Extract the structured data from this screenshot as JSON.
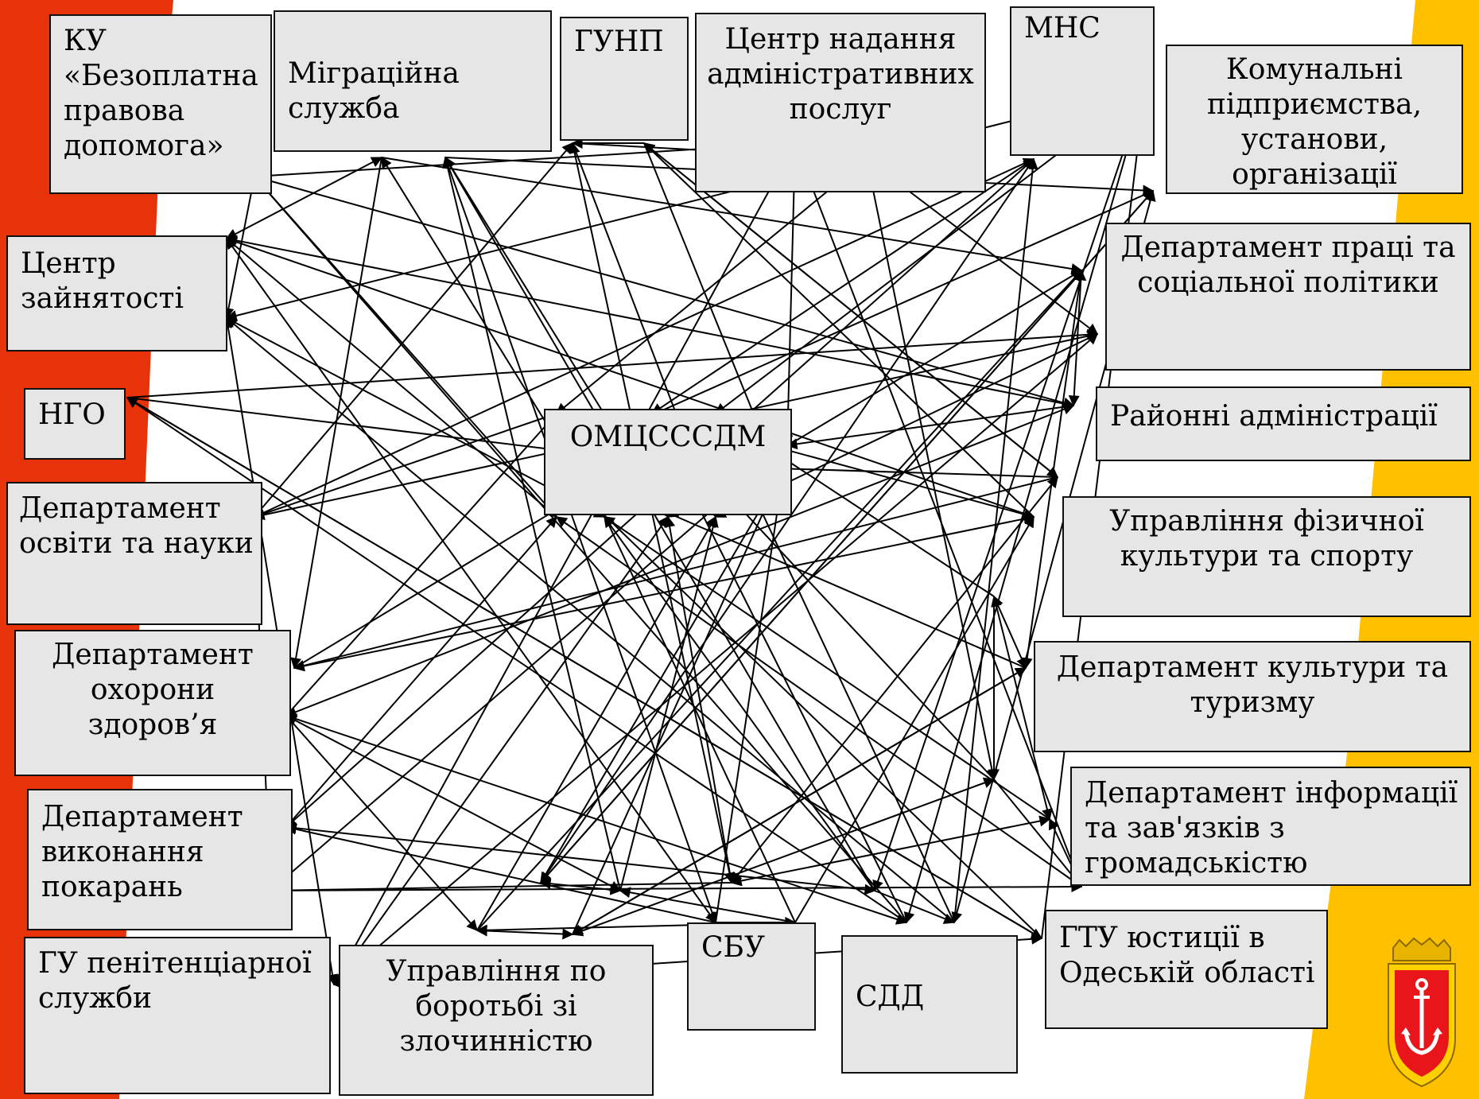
{
  "diagram": {
    "central": "ОМЦСССДМ",
    "nodes": [
      {
        "id": "ku",
        "label": "КУ\n«Безоплатна\nправова\nдопомога»"
      },
      {
        "id": "migr",
        "label": "Міграційна\nслужба"
      },
      {
        "id": "gunp",
        "label": "ГУНП"
      },
      {
        "id": "cnap",
        "label": "Центр надання\nадміністративних\nпослуг"
      },
      {
        "id": "mns",
        "label": "МНС"
      },
      {
        "id": "komun",
        "label": "Комунальні\nпідприємства,\nустанови,\nорганізації"
      },
      {
        "id": "czan",
        "label": "Центр\nзайнятості"
      },
      {
        "id": "dpsp",
        "label": "Департамент праці та\nсоціальної політики"
      },
      {
        "id": "ngo",
        "label": "НГО"
      },
      {
        "id": "rada",
        "label": "Районні адміністрації"
      },
      {
        "id": "don",
        "label": "Департамент\nосвіти та науки"
      },
      {
        "id": "ufks",
        "label": "Управління фізичної\nкультури та спорту"
      },
      {
        "id": "doz",
        "label": "Департамент\nохорони\nздоров’я"
      },
      {
        "id": "dkt",
        "label": "Департамент культури та\nтуризму"
      },
      {
        "id": "dvp",
        "label": "Департамент\nвиконання\nпокарань"
      },
      {
        "id": "divz",
        "label": "Департамент інформації\nта зав'язків з\nгромадськістю"
      },
      {
        "id": "gups",
        "label": "ГУ пенітенціарної\nслужби"
      },
      {
        "id": "ubz",
        "label": "Управління по\nборотьбі зі\nзлочинністю"
      },
      {
        "id": "sbu",
        "label": "СБУ"
      },
      {
        "id": "sdd",
        "label": "СДД"
      },
      {
        "id": "gtu",
        "label": "ГТУ юстиції в\nОдеській області"
      }
    ]
  },
  "colors": {
    "left_band": "#e8320a",
    "right_band": "#ffc000",
    "box_fill": "#e6e6e6",
    "line": "#000000"
  },
  "icons": {
    "emblem": "odesa-coat-of-arms-icon"
  }
}
